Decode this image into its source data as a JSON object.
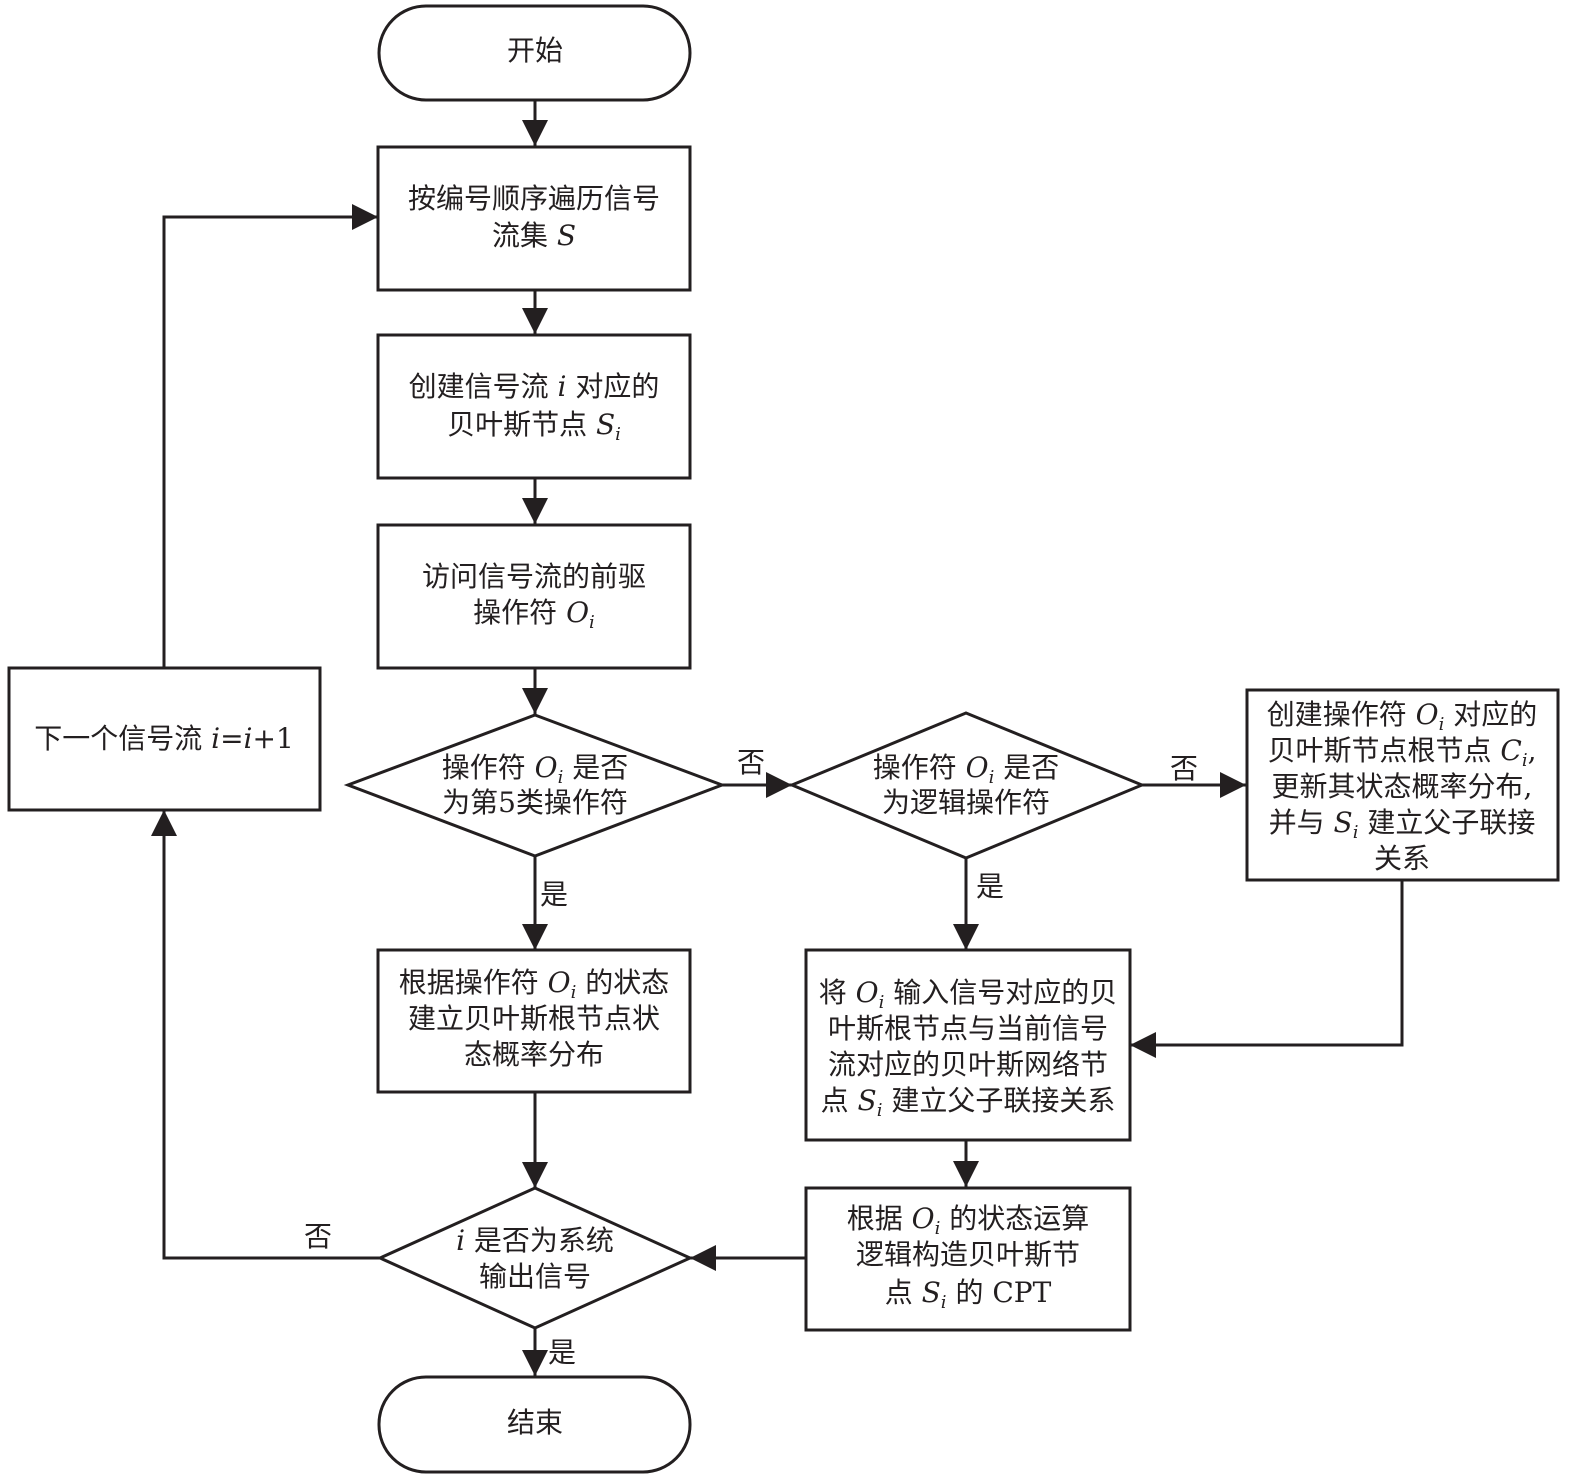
{
  "nodes": {
    "start": "开始",
    "traverse": [
      "按编号顺序遍历信号",
      "流集 ",
      "S"
    ],
    "create_node": [
      "创建信号流 ",
      "i",
      " 对应的",
      "贝叶斯节点 ",
      "S",
      "i"
    ],
    "visit_op": [
      "访问信号流的前驱",
      "操作符 ",
      "O",
      "i"
    ],
    "is_class5": [
      "操作符 ",
      "O",
      "i",
      " 是否",
      "为第5类操作符"
    ],
    "is_logic": [
      "操作符 ",
      "O",
      "i",
      " 是否",
      "为逻辑操作符"
    ],
    "create_root": [
      "创建操作符 ",
      "O",
      "i",
      " 对应的",
      "贝叶斯节点根节点 ",
      "C",
      "i",
      ",",
      "更新其状态概率分布,",
      "并与 ",
      "S",
      "i",
      " 建立父子联接",
      "关系"
    ],
    "root_dist": [
      "根据操作符 ",
      "O",
      "i",
      " 的状态",
      "建立贝叶斯根节点状",
      "态概率分布"
    ],
    "link_parent": [
      "将 ",
      "O",
      "i",
      " 输入信号对应的贝",
      "叶斯根节点与当前信号",
      "流对应的贝叶斯网络节",
      "点 ",
      "S",
      "i",
      " 建立父子联接关系"
    ],
    "build_cpt": [
      "根据 ",
      "O",
      "i",
      " 的状态运算",
      "逻辑构造贝叶斯节",
      "点 ",
      "S",
      "i",
      " 的 CPT"
    ],
    "is_output": [
      "i",
      " 是否为系统",
      "输出信号"
    ],
    "next_stream": [
      "下一个信号流 ",
      "i",
      "=",
      "i",
      "+1"
    ],
    "end": "结束"
  },
  "edge_labels": {
    "class5_no": "否",
    "class5_yes": "是",
    "logic_no": "否",
    "logic_yes": "是",
    "output_no": "否",
    "output_yes": "是"
  }
}
